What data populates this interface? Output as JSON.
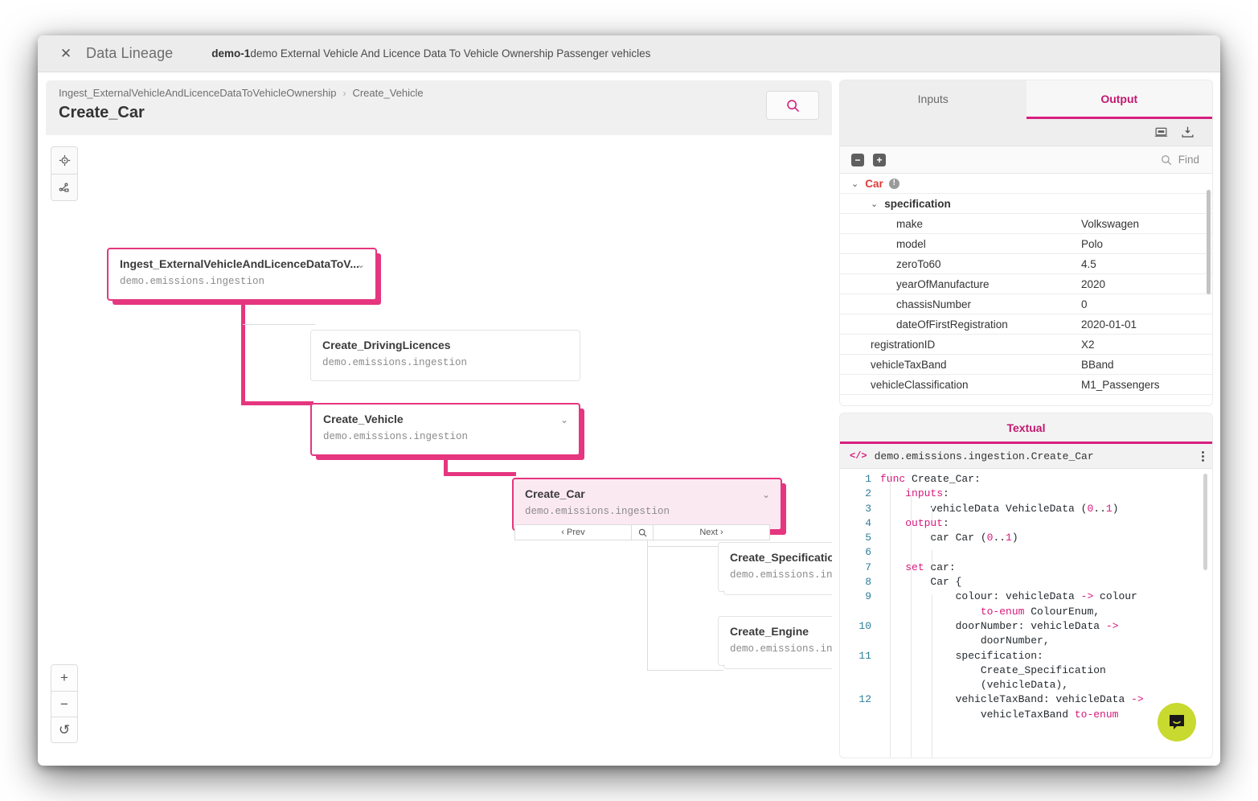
{
  "window": {
    "close_icon": "close-icon",
    "title": "Data Lineage",
    "subtitle_id": "demo-1",
    "subtitle_rest": "demo External Vehicle And Licence Data To Vehicle Ownership Passenger vehicles"
  },
  "lineage": {
    "breadcrumb": [
      "Ingest_ExternalVehicleAndLicenceDataToVehicleOwnership",
      "Create_Vehicle"
    ],
    "breadcrumb_separator": "›",
    "page_title": "Create_Car",
    "search_icon": "search-icon",
    "tools": [
      {
        "name": "focus-target-icon",
        "label": "⊕"
      },
      {
        "name": "graph-layout-icon",
        "label": "⎇"
      }
    ],
    "zoom_controls": [
      {
        "name": "zoom-in-button",
        "label": "+"
      },
      {
        "name": "zoom-out-button",
        "label": "−"
      },
      {
        "name": "reset-view-button",
        "label": "↺"
      }
    ],
    "nodes": [
      {
        "title": "Ingest_ExternalVehicleAndLicenceDataToV...",
        "sub": "demo.emissions.ingestion",
        "chevron": "⌄"
      },
      {
        "title": "Create_DrivingLicences",
        "sub": "demo.emissions.ingestion",
        "chevron": ""
      },
      {
        "title": "Create_Vehicle",
        "sub": "demo.emissions.ingestion",
        "chevron": "⌄"
      },
      {
        "title": "Create_Car",
        "sub": "demo.emissions.ingestion",
        "chevron": "⌄"
      },
      {
        "title": "Create_Specification",
        "sub": "demo.emissions.ingestion",
        "chevron": ""
      },
      {
        "title": "Create_Engine",
        "sub": "demo.emissions.ingestion",
        "chevron": ""
      }
    ],
    "pager": {
      "prev": "‹ Prev",
      "search_icon": "search-icon",
      "next": "Next ›"
    },
    "accent_color": "#e5367f"
  },
  "output": {
    "tabs": [
      {
        "label": "Inputs",
        "active": false
      },
      {
        "label": "Output",
        "active": true
      }
    ],
    "toolbar_icons": [
      {
        "name": "console-icon"
      },
      {
        "name": "download-icon"
      }
    ],
    "collapse_label": "−",
    "expand_label": "+",
    "find_icon": "search-icon",
    "find_placeholder": "Find",
    "rows": [
      {
        "level": 0,
        "chevron": "⌄",
        "key": "Car",
        "value": "",
        "style": "car",
        "info": "!"
      },
      {
        "level": 1,
        "chevron": "⌄",
        "key": "specification",
        "value": "",
        "style": "bold"
      },
      {
        "level": 2,
        "chevron": "",
        "key": "make",
        "value": "Volkswagen",
        "style": ""
      },
      {
        "level": 2,
        "chevron": "",
        "key": "model",
        "value": "Polo",
        "style": ""
      },
      {
        "level": 2,
        "chevron": "",
        "key": "zeroTo60",
        "value": "4.5",
        "style": ""
      },
      {
        "level": 2,
        "chevron": "",
        "key": "yearOfManufacture",
        "value": "2020",
        "style": ""
      },
      {
        "level": 2,
        "chevron": "",
        "key": "chassisNumber",
        "value": "0",
        "style": ""
      },
      {
        "level": 2,
        "chevron": "",
        "key": "dateOfFirstRegistration",
        "value": "2020-01-01",
        "style": ""
      },
      {
        "level": 1,
        "chevron": "",
        "key": "registrationID",
        "value": "X2",
        "style": ""
      },
      {
        "level": 1,
        "chevron": "",
        "key": "vehicleTaxBand",
        "value": "BBand",
        "style": ""
      },
      {
        "level": 1,
        "chevron": "",
        "key": "vehicleClassification",
        "value": "M1_Passengers",
        "style": ""
      }
    ]
  },
  "code": {
    "tab_label": "Textual",
    "angle_icon": "code-icon",
    "title": "demo.emissions.ingestion.Create_Car",
    "kebab_icon": "more-options-icon",
    "lines": [
      {
        "n": "1",
        "text": "func Create_Car:"
      },
      {
        "n": "2",
        "text": "    inputs:"
      },
      {
        "n": "3",
        "text": "        vehicleData VehicleData (0..1)"
      },
      {
        "n": "4",
        "text": "    output:"
      },
      {
        "n": "5",
        "text": "        car Car (0..1)"
      },
      {
        "n": "6",
        "text": ""
      },
      {
        "n": "7",
        "text": "    set car:"
      },
      {
        "n": "8",
        "text": "        Car {"
      },
      {
        "n": "9",
        "text": "            colour: vehicleData -> colour"
      },
      {
        "n": "",
        "text": "                to-enum ColourEnum,"
      },
      {
        "n": "10",
        "text": "            doorNumber: vehicleData ->"
      },
      {
        "n": "",
        "text": "                doorNumber,"
      },
      {
        "n": "11",
        "text": "            specification:"
      },
      {
        "n": "",
        "text": "                Create_Specification"
      },
      {
        "n": "",
        "text": "                (vehicleData),"
      },
      {
        "n": "12",
        "text": "            vehicleTaxBand: vehicleData ->"
      },
      {
        "n": "",
        "text": "                vehicleTaxBand to-enum"
      }
    ]
  },
  "chat": {
    "icon": "chat-bubble-icon",
    "color": "#c8d92f"
  }
}
